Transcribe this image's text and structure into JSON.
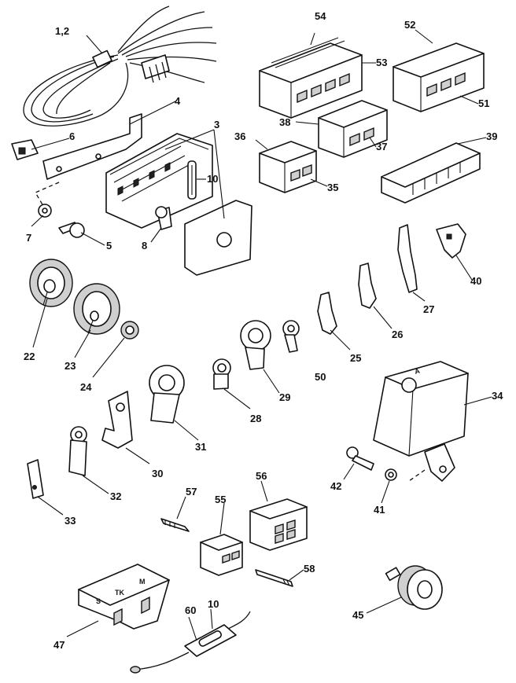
{
  "labels": {
    "n1_2": "1,2",
    "n3": "3",
    "n4": "4",
    "n5": "5",
    "n6": "6",
    "n7": "7",
    "n8": "8",
    "n10": "10",
    "n22": "22",
    "n23": "23",
    "n24": "24",
    "n25": "25",
    "n26": "26",
    "n27": "27",
    "n28": "28",
    "n29": "29",
    "n30": "30",
    "n31": "31",
    "n32": "32",
    "n33": "33",
    "n34": "34",
    "n35": "35",
    "n36": "36",
    "n37": "37",
    "n38": "38",
    "n39": "39",
    "n40": "40",
    "n41": "41",
    "n42": "42",
    "n45": "45",
    "n47": "47",
    "n50": "50",
    "n51": "51",
    "n52": "52",
    "n53": "53",
    "n54": "54",
    "n55": "55",
    "n56": "56",
    "n57": "57",
    "n58": "58",
    "n60": "60",
    "n10b": "10"
  },
  "cover_marks": {
    "left": "S",
    "middle": "TK",
    "right": "M"
  }
}
